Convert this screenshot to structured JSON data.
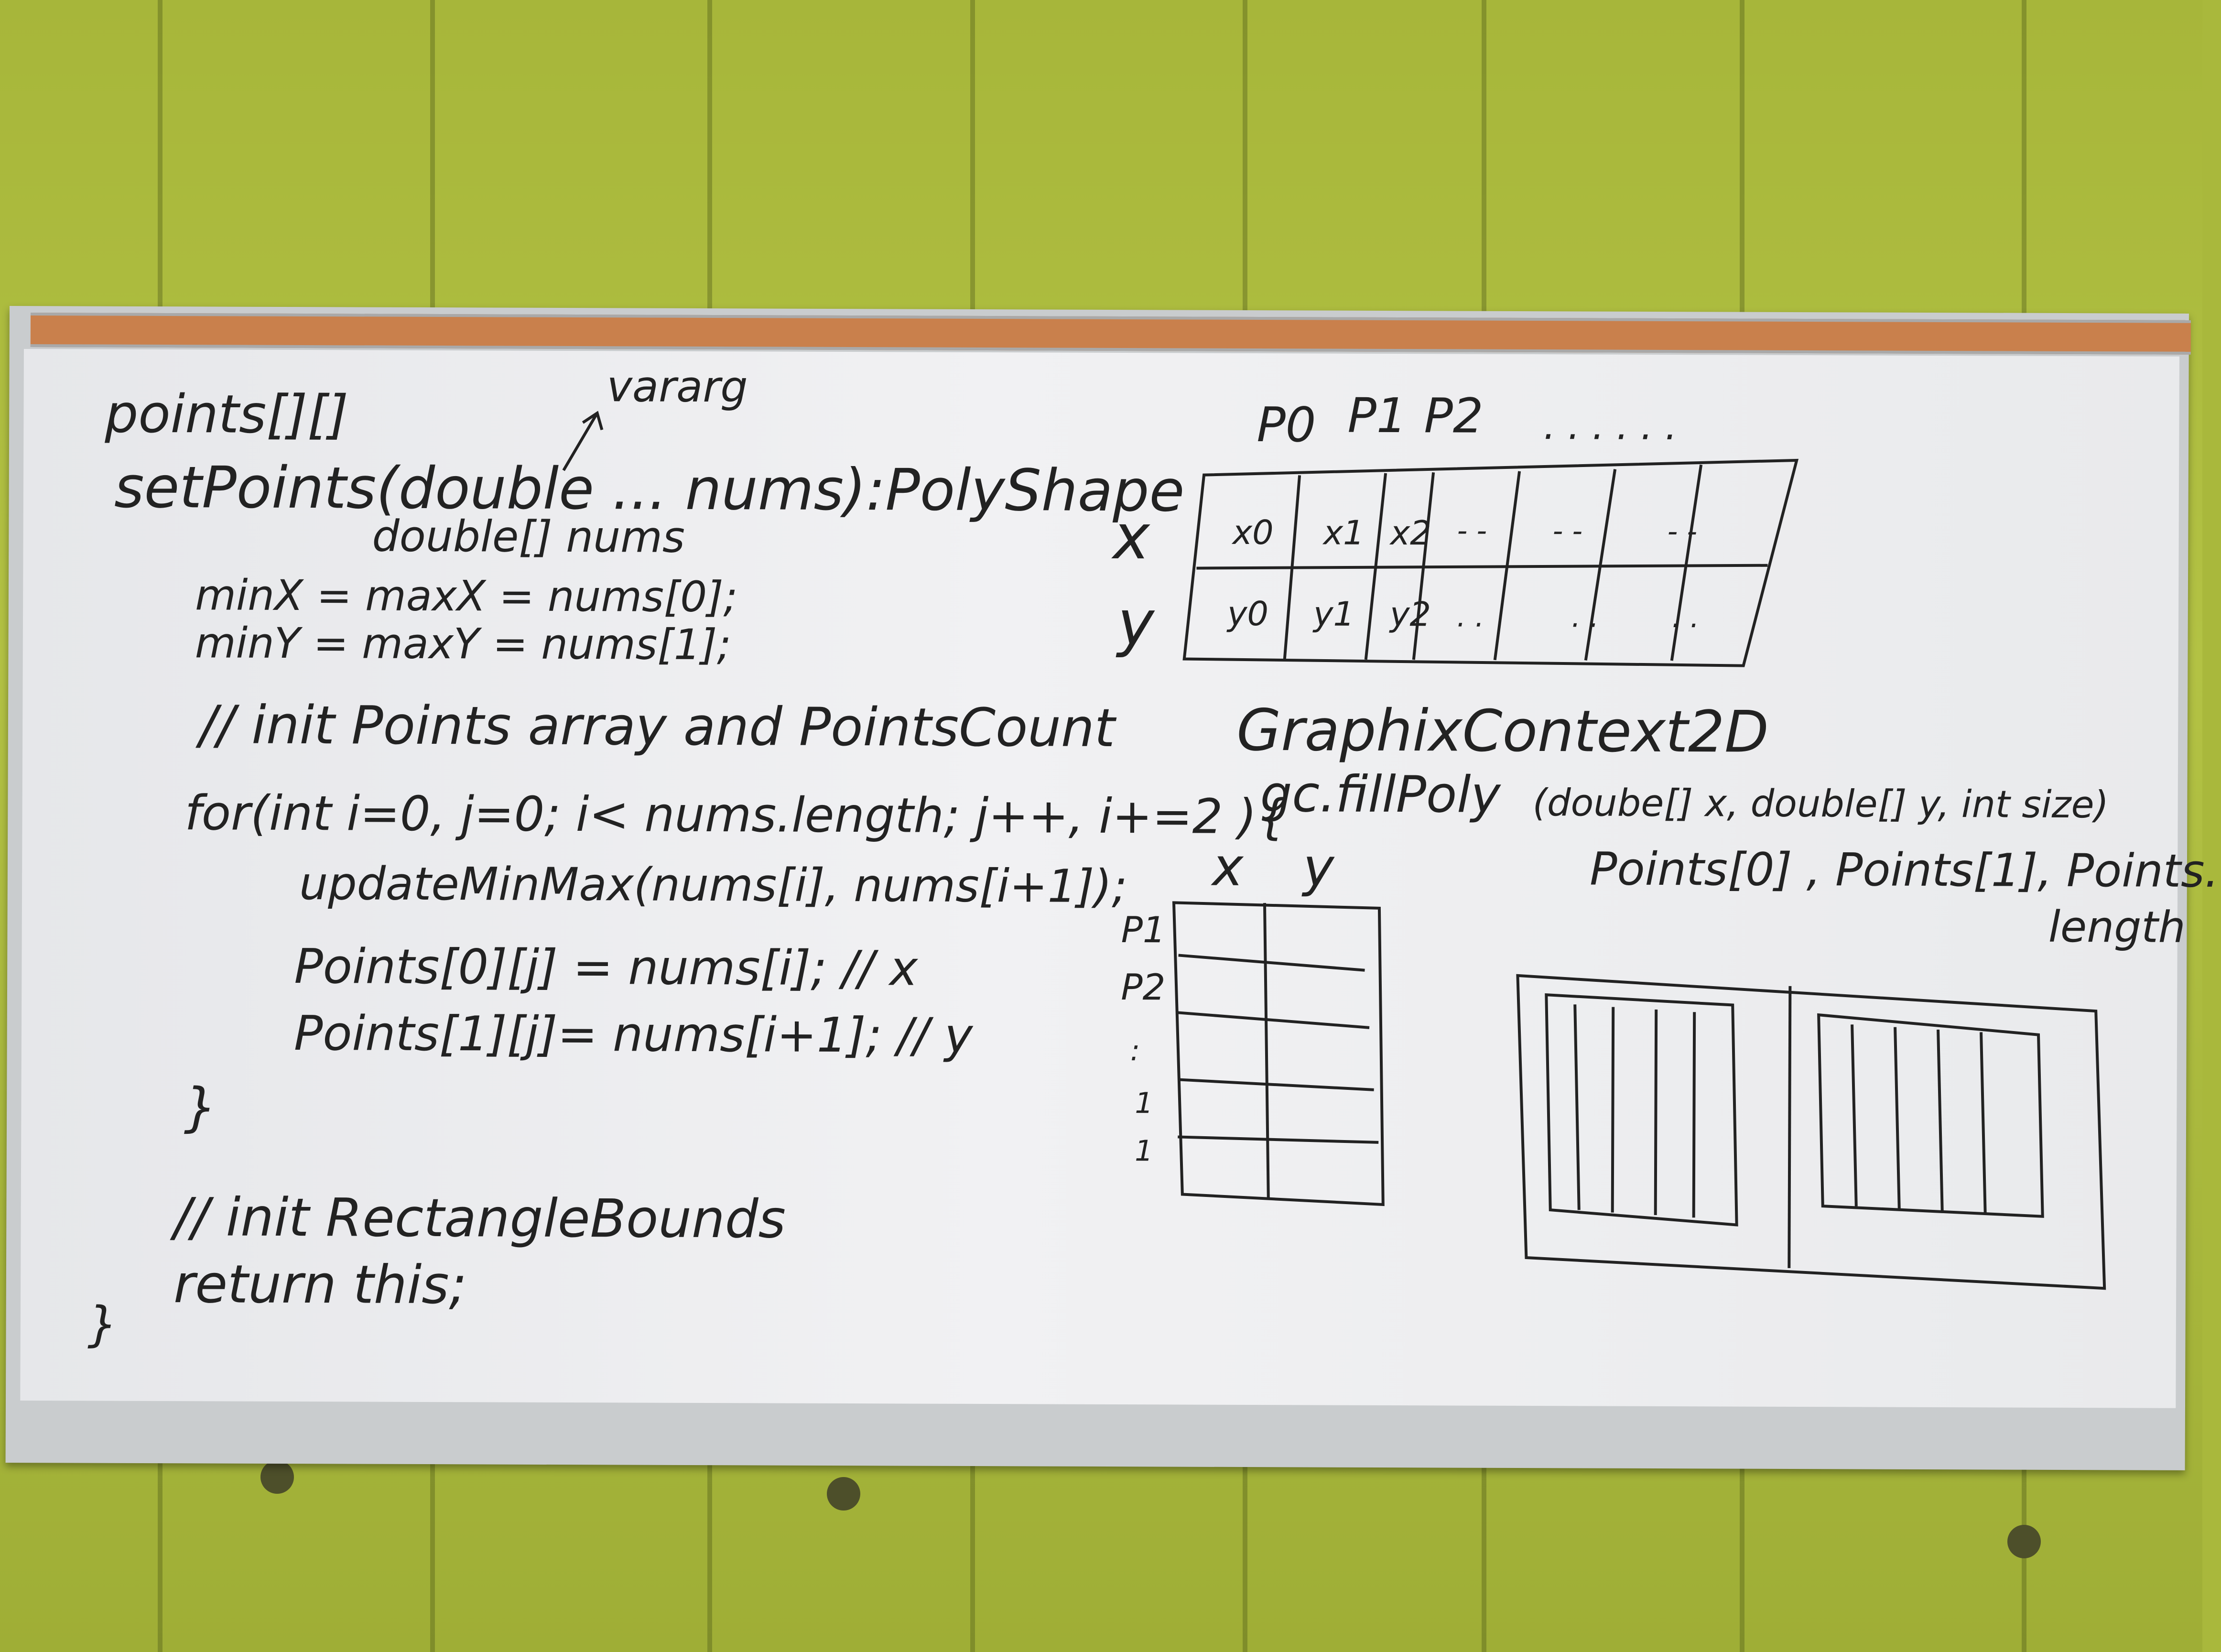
{
  "board": {
    "left_code": {
      "line1": "points[][]",
      "annotation": "vararg",
      "signature": "setPoints(double ... nums):PolyShape",
      "alt_param": "double[] nums",
      "min_max_x": "minX = maxX = nums[0];",
      "min_max_y": "minY = maxY = nums[1];",
      "comment_init": "// init Points array and PointsCount",
      "for_loop": "for(int i=0, j=0; i< nums.length; j++, i+=2 ){",
      "update_call": "updateMinMax(nums[i], nums[i+1]);",
      "assign_x": "Points[0][j] = nums[i]; // x",
      "assign_y": "Points[1][j]= nums[i+1]; // y",
      "close_brace": "}",
      "comment_bounds": "// init RectangleBounds",
      "return_stmt": "return this;",
      "final_brace": "}"
    },
    "table_top": {
      "col_headers": [
        "P0",
        "P1",
        "P2",
        ". . . . . ."
      ],
      "row_labels": [
        "x",
        "y"
      ],
      "row_x": [
        "x0",
        "x1",
        "x2",
        "- -",
        "- -",
        "- -"
      ],
      "row_y": [
        "y0",
        "y1",
        "y2",
        ". .",
        ". .",
        ". ."
      ]
    },
    "graphics": {
      "class_name": "GraphixContext2D",
      "method": "gc.fillPoly",
      "params": "(doube[] x, double[] y, int size)",
      "args_line1": "Points[0] , Points[1], Points.",
      "args_line2": "length"
    },
    "table_bottom": {
      "col_headers": [
        "x",
        "y"
      ],
      "row_labels": [
        "P1",
        "P2",
        ":",
        "1",
        "1"
      ]
    }
  }
}
